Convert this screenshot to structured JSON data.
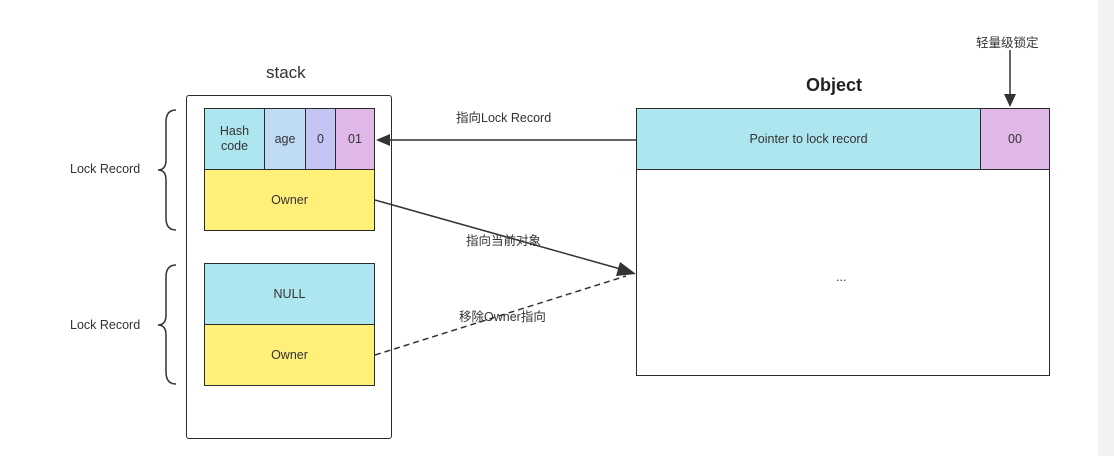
{
  "stack": {
    "title": "stack",
    "lock_record_label_1": "Lock Record",
    "lock_record_label_2": "Lock Record",
    "record1": {
      "hashcode": "Hash\ncode",
      "age": "age",
      "bit0": "0",
      "bits01": "01",
      "owner": "Owner"
    },
    "record2": {
      "null_cell": "NULL",
      "owner": "Owner"
    }
  },
  "object": {
    "title": "Object",
    "pointer": "Pointer to lock record",
    "flag00": "00",
    "body": "..."
  },
  "annotations": {
    "lightweight_lock": "轻量级锁定",
    "point_to_lock_record": "指向Lock Record",
    "point_to_current_object": "指向当前对象",
    "remove_owner_pointer": "移除Owner指向"
  },
  "colors": {
    "cyan": "#aee6ef",
    "light_blue": "#bfdcf4",
    "lavender": "#c4c4f5",
    "pink": "#e0b8e8",
    "yellow": "#fff07a"
  }
}
